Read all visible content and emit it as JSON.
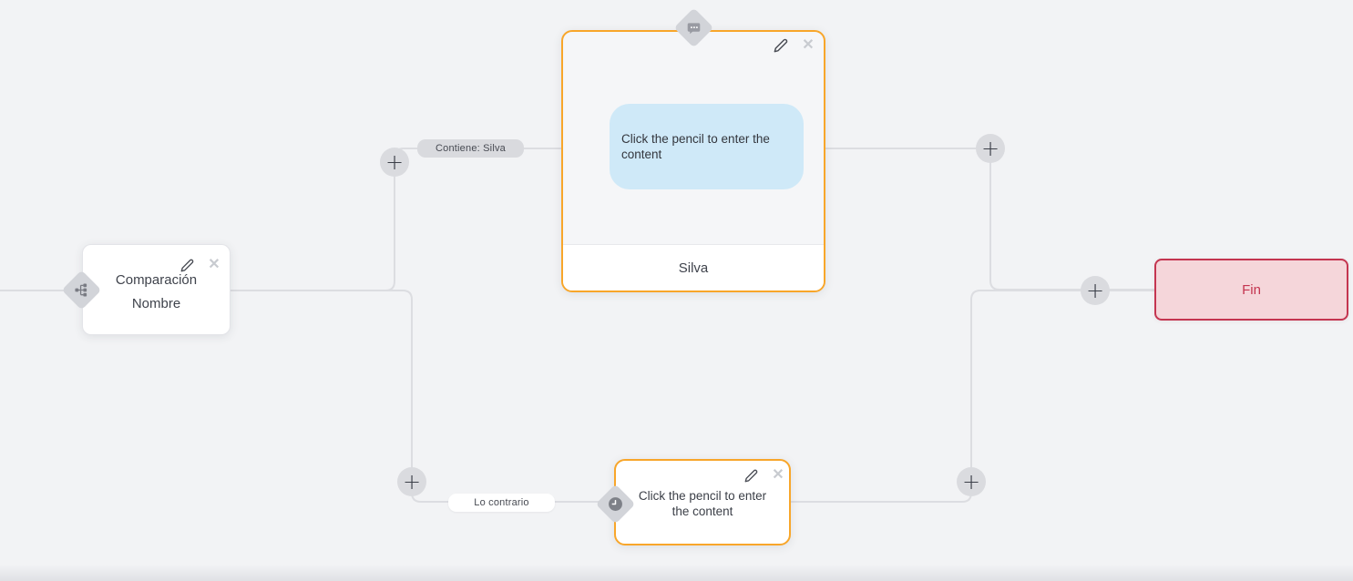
{
  "canvas": {
    "background": "#f2f3f5",
    "edge_color": "#dcdde1",
    "accent_orange": "#f8a62a"
  },
  "nodes": {
    "condition": {
      "title": "Comparación",
      "subtitle": "Nombre"
    },
    "message": {
      "placeholder": "Click the pencil to enter the content",
      "footer_label": "Silva",
      "bubble_color": "#cfe9f8"
    },
    "delay": {
      "placeholder": "Click the pencil to enter the content"
    },
    "end": {
      "label": "Fin",
      "color": "#c43550",
      "background": "#f5d6da"
    }
  },
  "edge_labels": {
    "condition_true": "Contiene: Silva",
    "condition_false": "Lo contrario"
  },
  "icons": {
    "plus_glyph": "+",
    "close_glyph": "✕"
  }
}
